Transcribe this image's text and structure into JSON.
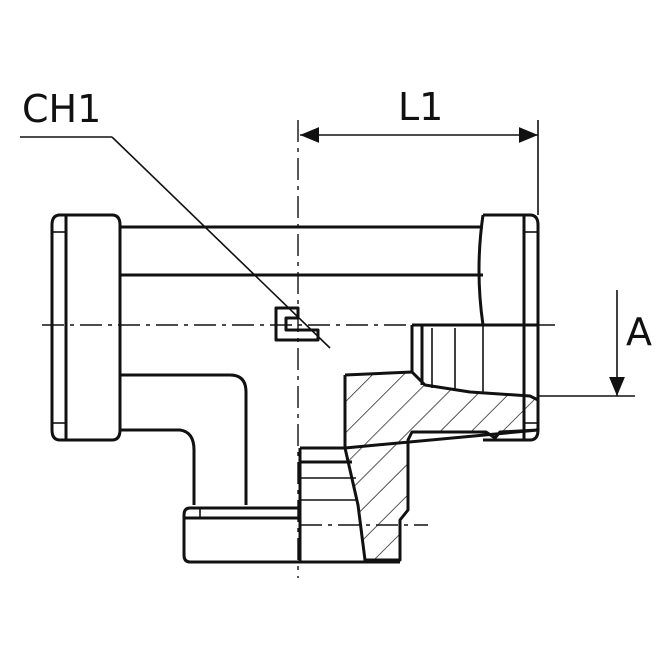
{
  "drawing": {
    "labels": {
      "wrench_size": "CH1",
      "length": "L1",
      "offset": "A"
    },
    "line_color": "#111111",
    "background": "#ffffff"
  }
}
